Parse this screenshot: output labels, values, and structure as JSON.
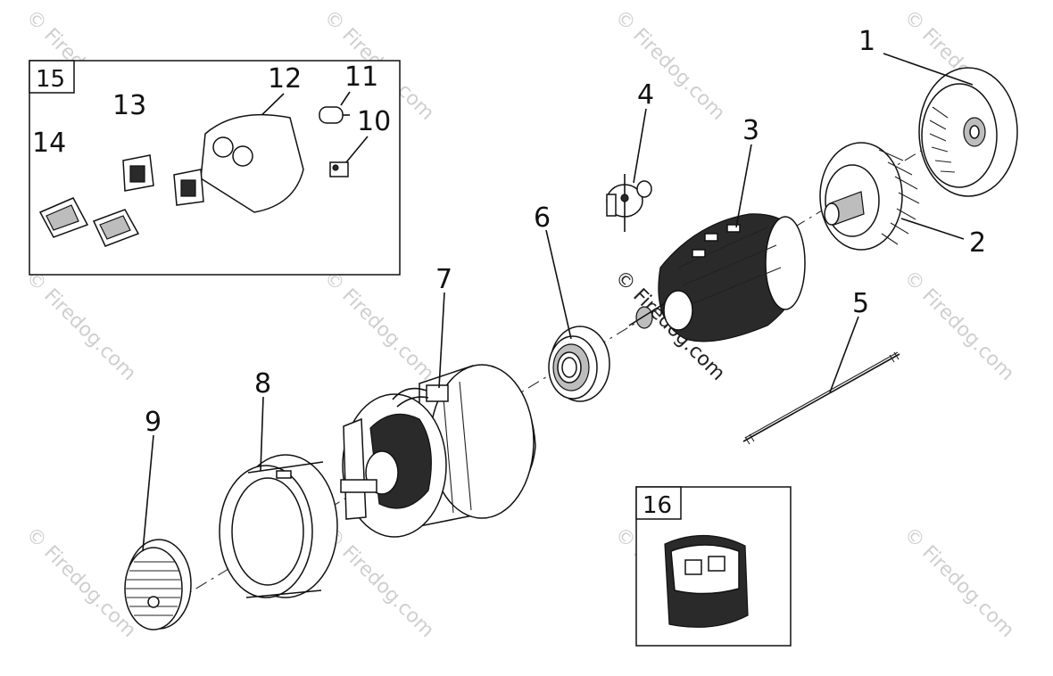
{
  "watermark": "© Firedog.com",
  "callouts": {
    "p1": "1",
    "p2": "2",
    "p3": "3",
    "p4": "4",
    "p5": "5",
    "p6": "6",
    "p7": "7",
    "p8": "8",
    "p9": "9",
    "p10": "10",
    "p11": "11",
    "p12": "12",
    "p13": "13",
    "p14": "14"
  },
  "boxes": {
    "kit_box_label": "15",
    "inset_box_label": "16"
  }
}
